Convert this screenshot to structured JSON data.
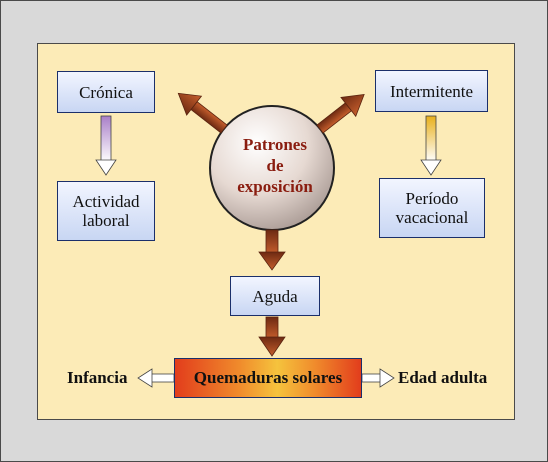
{
  "diagram": {
    "center": {
      "label": "Patrones de exposición",
      "lines": [
        "Patrones",
        "de",
        "exposición"
      ]
    },
    "chronic": {
      "label": "Crónica",
      "result": [
        "Actividad",
        "laboral"
      ]
    },
    "intermittent": {
      "label": "Intermitente",
      "result": [
        "Período",
        "vacacional"
      ]
    },
    "acute": {
      "label": "Aguda"
    },
    "sunburn": {
      "label": "Quemaduras solares"
    },
    "left": {
      "label": "Infancia"
    },
    "right": {
      "label": "Edad adulta"
    }
  },
  "colors": {
    "background": "#d9d9d9",
    "panel": "#fcebb7",
    "box_fill_top": "#f2f5ff",
    "box_fill_bottom": "#c8d6f3",
    "box_border": "#1b2f6a",
    "center_text": "#8a1d10",
    "arrow_brown": "#8a3b1d",
    "arrow_violet": "#a97fc8",
    "arrow_yellow": "#e8c72b"
  }
}
